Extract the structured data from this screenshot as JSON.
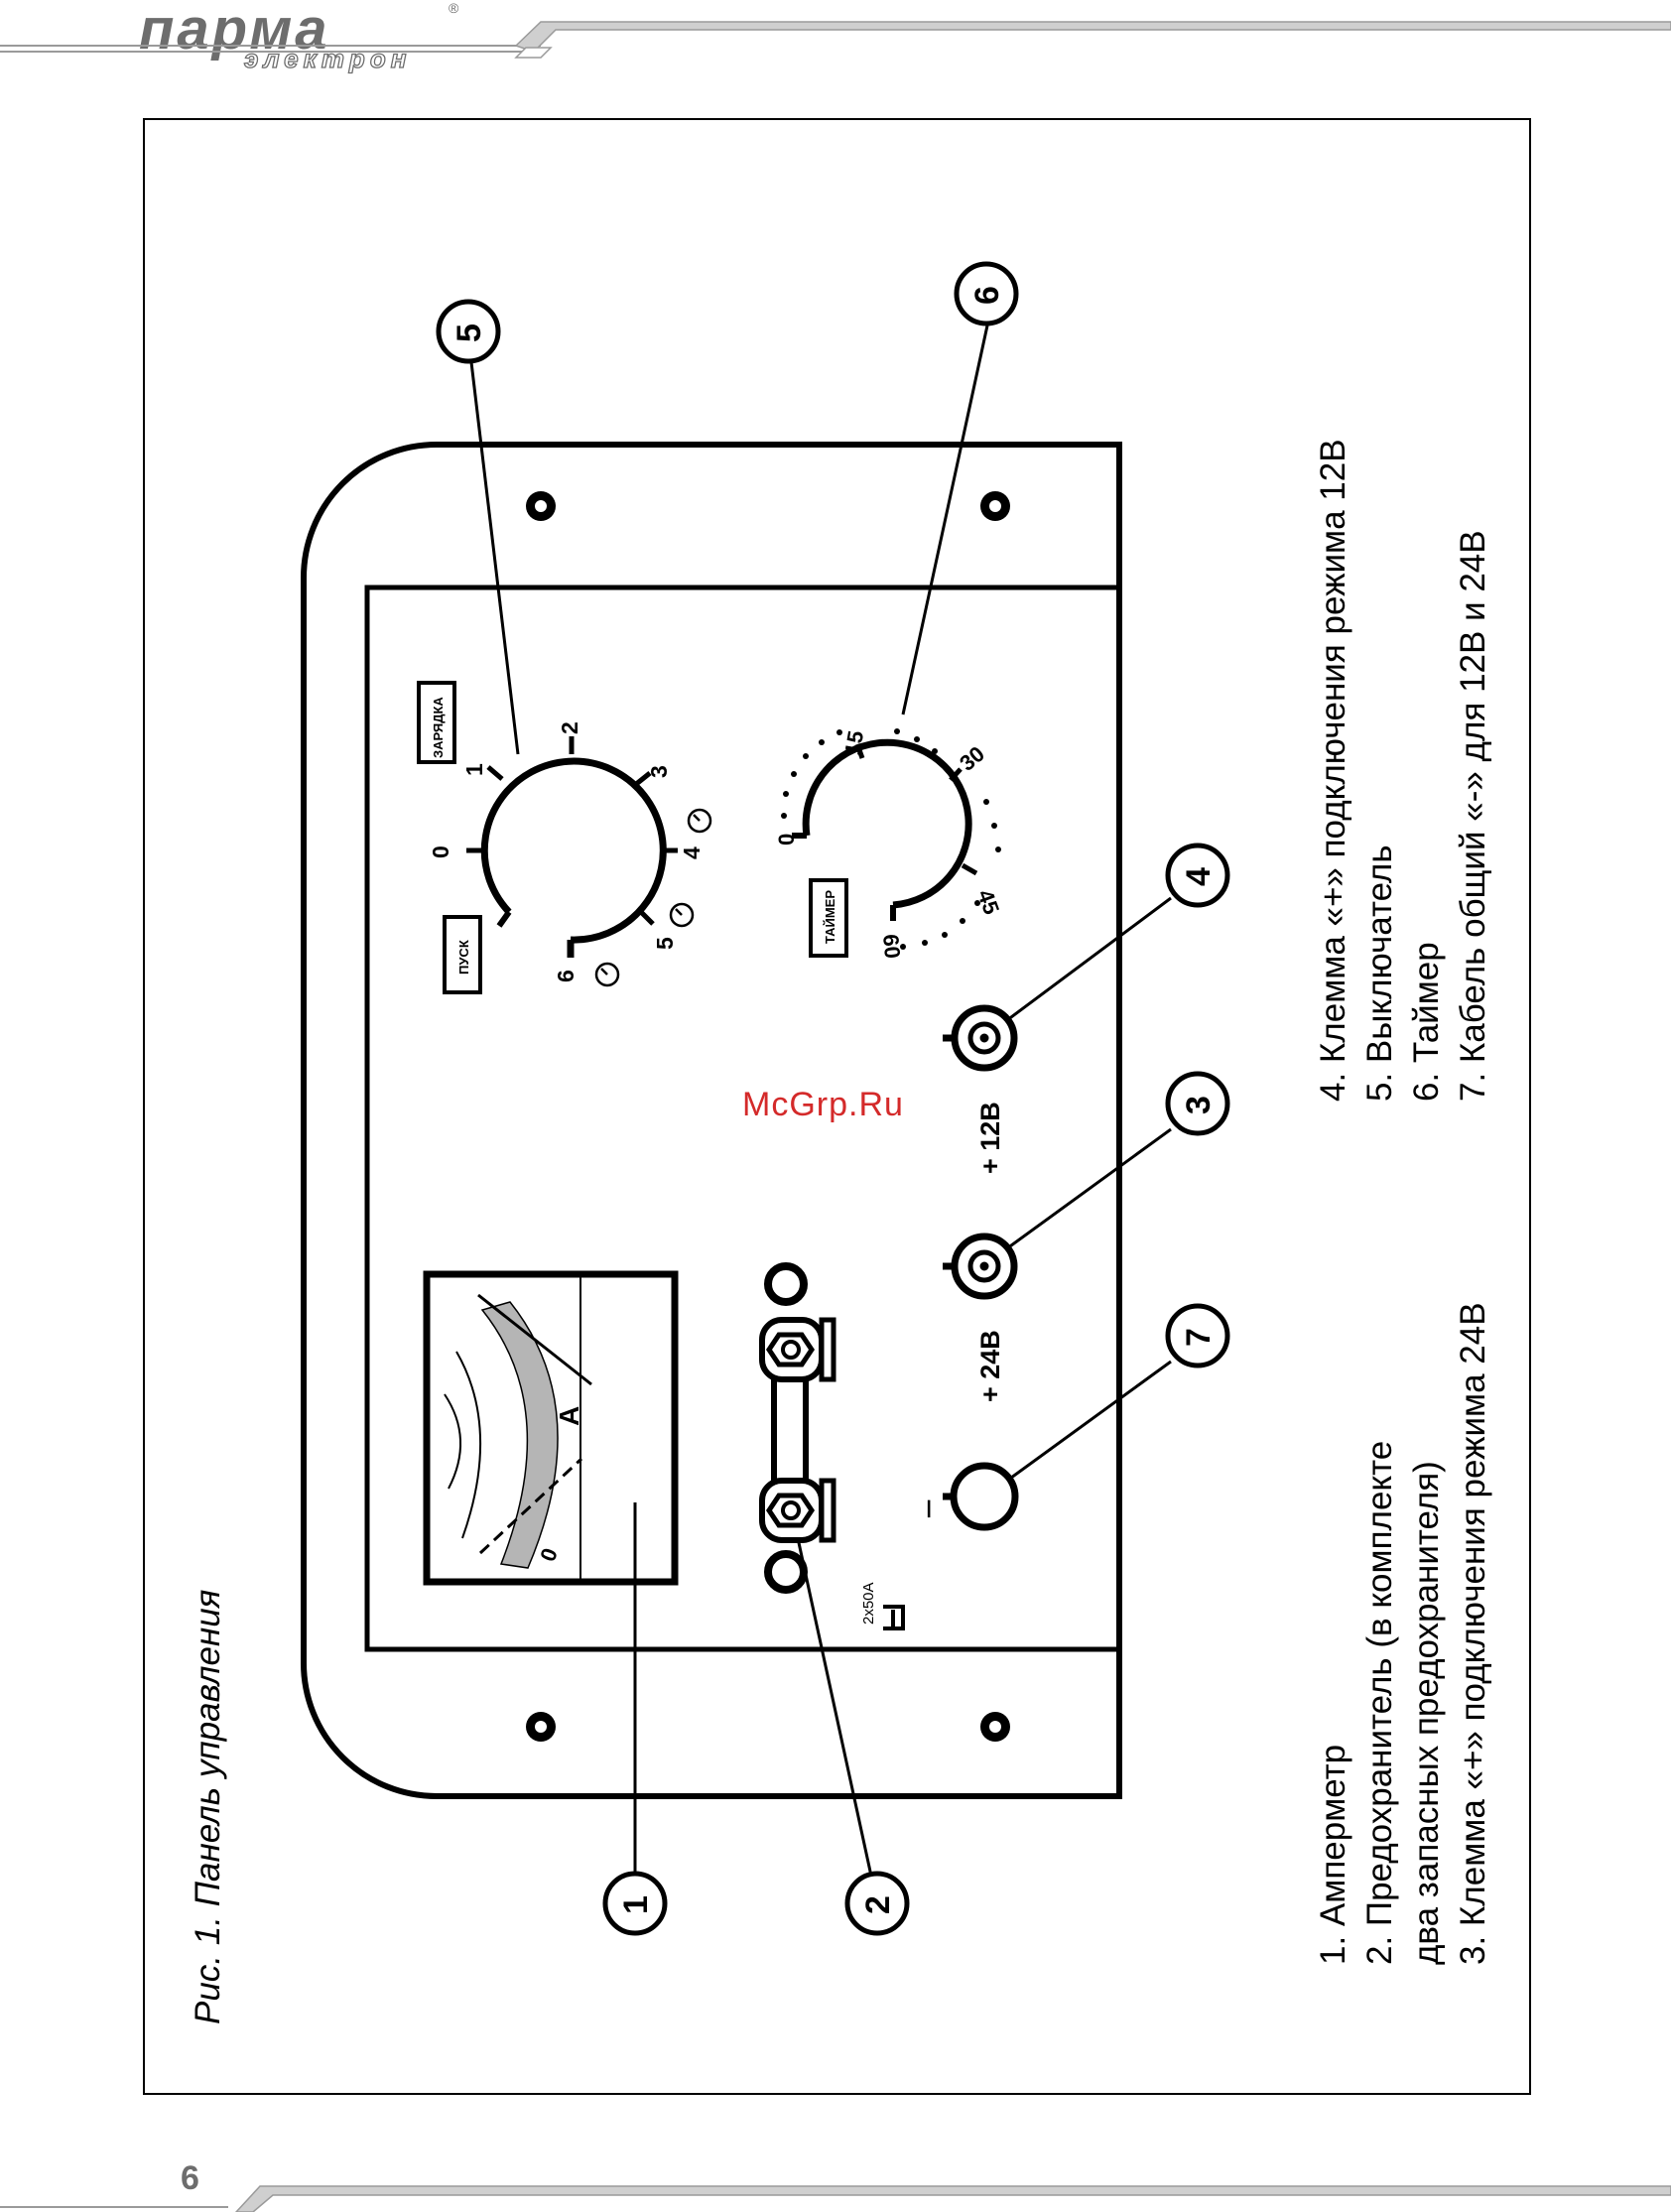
{
  "header": {
    "logo_text": "парма",
    "logo_subtext": "электрон",
    "logo_registered": "®"
  },
  "figure": {
    "caption": "Рис. 1. Панель управления",
    "callouts": [
      "1",
      "2",
      "3",
      "4",
      "5",
      "6",
      "7"
    ],
    "ammeter": {
      "unit": "А",
      "zero_label": "0"
    },
    "fuse": {
      "rating": "2x50А"
    },
    "terminals": {
      "minus": "−",
      "plus24": "+ 24В",
      "plus12": "+ 12В"
    },
    "switch": {
      "label_start": "ПУСК",
      "label_charge": "ЗАРЯДКА",
      "positions": [
        "0",
        "1",
        "2",
        "3",
        "4",
        "5",
        "6"
      ]
    },
    "timer": {
      "label": "ТАЙМЕР",
      "marks": [
        "0",
        "15",
        "30",
        "45",
        "60"
      ]
    }
  },
  "legend": {
    "left": [
      "1. Амперметр",
      "2. Предохранитель (в комплекте",
      "два запасных предохранителя)",
      "3. Клемма «+» подключения режима 24В"
    ],
    "right": [
      "4. Клемма «+» подключения режима 12В",
      "5. Выключатель",
      "6. Таймер",
      "7. Кабель общий «-» для 12В и 24В"
    ]
  },
  "watermark": "McGrp.Ru",
  "page_number": "6",
  "colors": {
    "logo_grey": "#6d6d6d",
    "watermark_red": "#d42a2a",
    "scale_grey": "#b5b5b5"
  }
}
